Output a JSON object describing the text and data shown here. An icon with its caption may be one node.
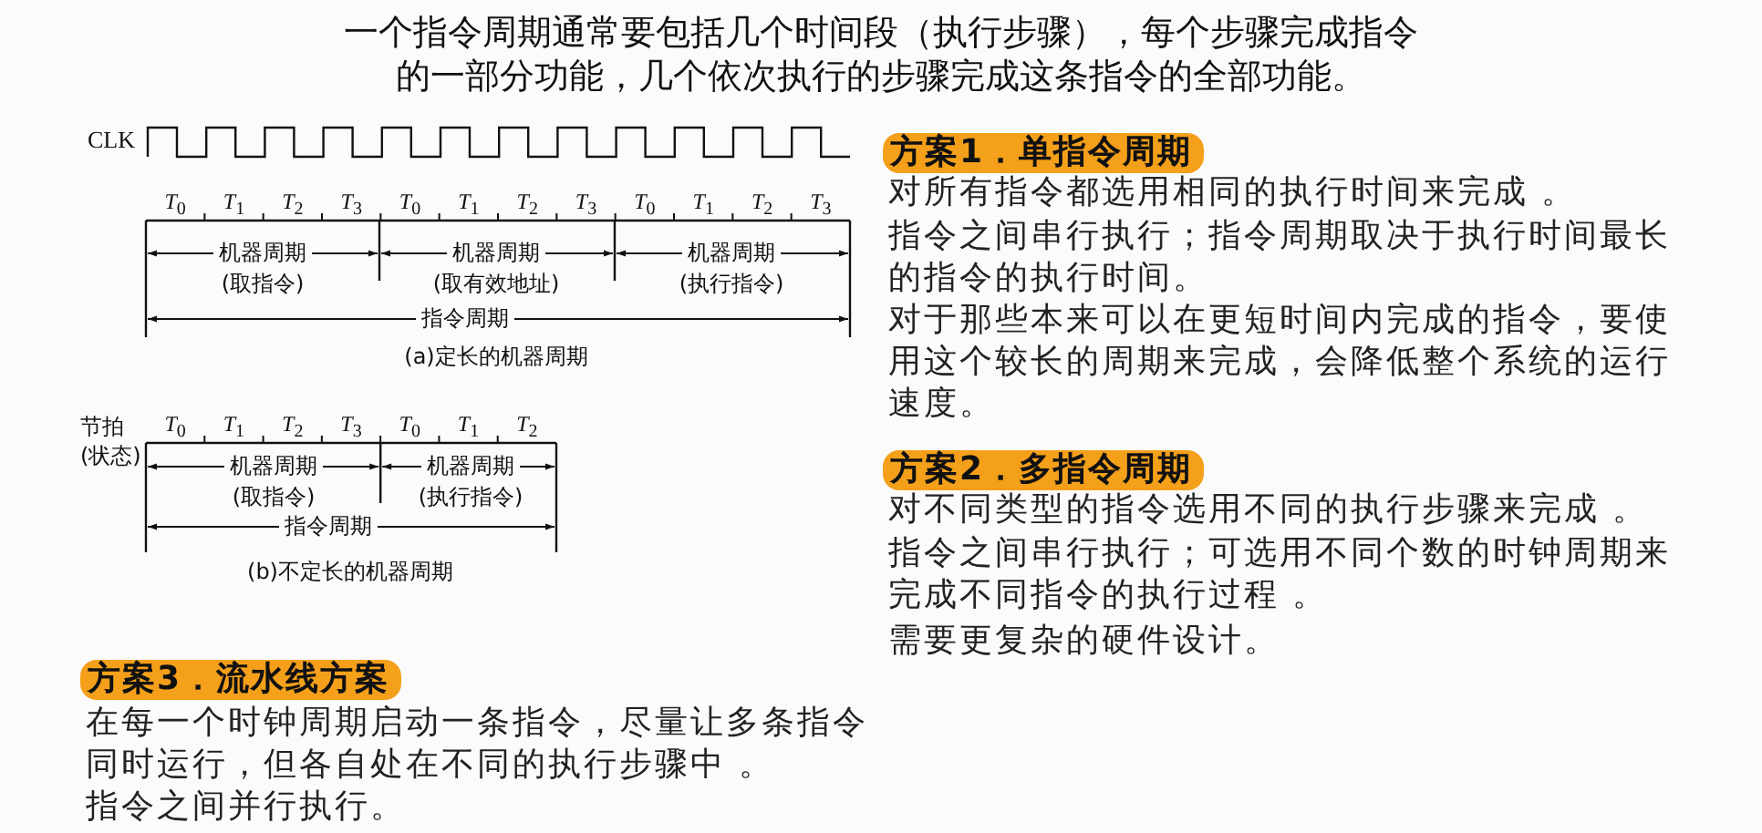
{
  "diagram": {
    "nodes": [
      {
        "text": [
          "方案1．单指令周期"
        ]
      },
      {
        "text": [
          "方案2．多指令周期"
        ]
      },
      {
        "text": [
          "方案3．流水线方案"
        ]
      }
    ],
    "labels": [
      "一个指令周期通常要包括几个时间段（执行步骤），每个步骤完成指令的一部分功能，几个依次执行的步骤完成这条指令的全部功能。",
      "CLK",
      "*T*$_{0}$",
      "*T*$_{1}$",
      "*T*$_{2}$",
      "*T*$_{3}$",
      "*T*$_{0}$",
      "*T*$_{1}$",
      "*T*$_{2}$",
      "*T*$_{3}$",
      "*T*$_{0}$",
      "*T*$_{1}$",
      "*T*$_{2}$",
      "*T*$_{3}$",
      "机器周期",
      "(取指令)",
      "机器周期",
      "(取有效地址)",
      "机器周期",
      "(执行指令)",
      "指令周期",
      "(a)定长的机器周期",
      "节拍(状态)",
      "*T*$_{0}$",
      "*T*$_{1}$",
      "*T*$_{2}$",
      "*T*$_{3}$",
      "*T*$_{0}$",
      "*T*$_{1}$",
      "*T*$_{2}$",
      "机器周期",
      "(取指令)",
      "机器周期",
      "(执行指令)",
      "指令周期",
      "(b)不定长的机器周期",
      "对所有指令都选用相同的执行时间来完成 。",
      "指令之间串行执行；指令周期取决于执行时间最长的指令的执行时间。",
      "对于那些本来可以在更短时间内完成的指令，要使用这个较长的周期来完成，会降低整个系统的运行速度。",
      "对不同类型的指令选用不同的执行步骤来完成 。",
      "指令之间串行执行；可选用不同个数的时钟周期来完成不同指令的执行过程 。",
      "需要更复杂的硬件设计。",
      "在每一个时钟周期启动一条指令，尽量让多条指令同时运行，但各自处在不同的执行步骤中 。",
      "指令之间并行执行。"
    ]
  }
}
